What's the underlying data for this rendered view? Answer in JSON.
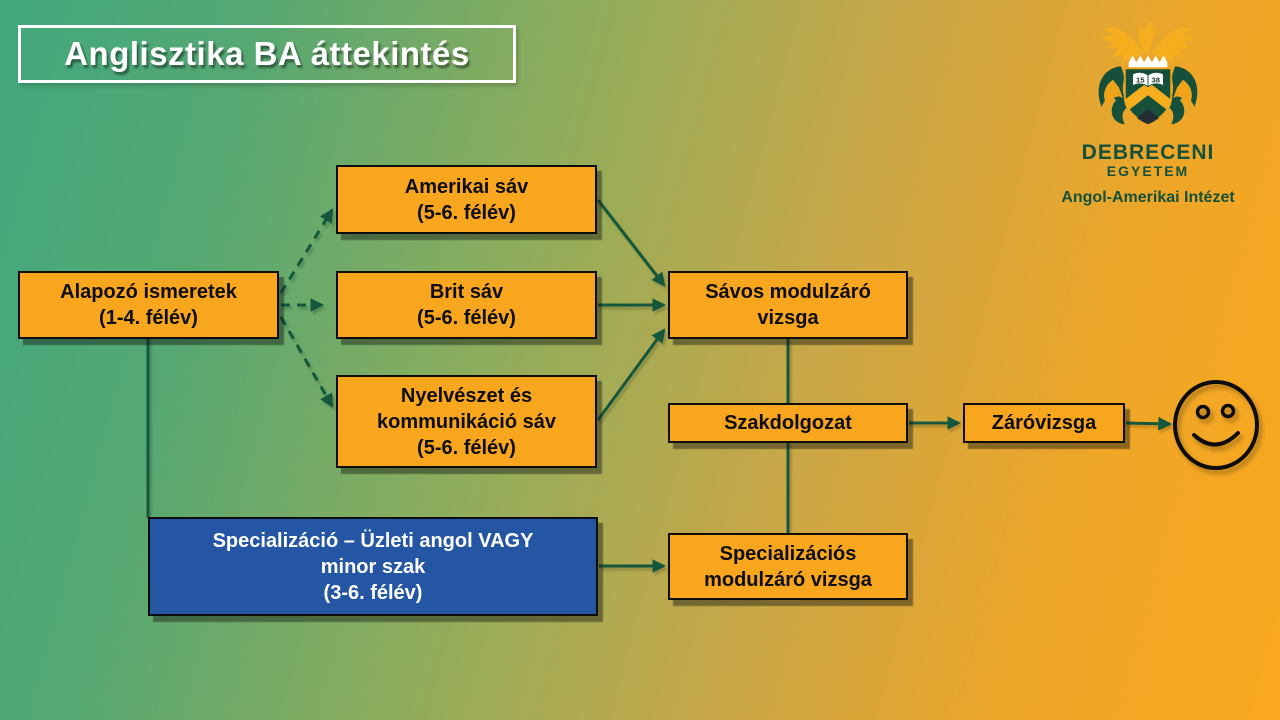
{
  "title": "Anglisztika BA áttekintés",
  "logo": {
    "university_line1": "DEBRECENI",
    "university_line2": "EGYETEM",
    "institute": "Angol-Amerikai Intézet",
    "crest_book_left": "15",
    "crest_book_right": "38"
  },
  "nodes": {
    "alapozo": {
      "lines": [
        "Alapozó ismeretek",
        "(1-4. félév)"
      ]
    },
    "amerikai": {
      "lines": [
        "Amerikai sáv",
        "(5-6. félév)"
      ]
    },
    "brit": {
      "lines": [
        "Brit sáv",
        "(5-6. félév)"
      ]
    },
    "nyelveszet": {
      "lines": [
        "Nyelvészet és",
        "kommunikáció sáv",
        "(5-6. félév)"
      ]
    },
    "savos": {
      "lines": [
        "Sávos modulzáró",
        "vizsga"
      ]
    },
    "szakdolgozat": {
      "lines": [
        "Szakdolgozat"
      ]
    },
    "zarovizsga": {
      "lines": [
        "Záróvizsga"
      ]
    },
    "specializacio": {
      "lines": [
        "Specializáció – Üzleti angol VAGY",
        "minor szak",
        "(3-6. félév)"
      ]
    },
    "spec_modulzaro": {
      "lines": [
        "Specializációs",
        "modulzáró vizsga"
      ]
    }
  },
  "edges": [
    {
      "from": "alapozo",
      "to": "amerikai",
      "style": "dashed-arrow"
    },
    {
      "from": "alapozo",
      "to": "brit",
      "style": "dashed-arrow"
    },
    {
      "from": "alapozo",
      "to": "nyelveszet",
      "style": "dashed-arrow"
    },
    {
      "from": "amerikai",
      "to": "savos",
      "style": "solid-arrow"
    },
    {
      "from": "brit",
      "to": "savos",
      "style": "solid-arrow"
    },
    {
      "from": "nyelveszet",
      "to": "savos",
      "style": "solid-arrow"
    },
    {
      "from": "alapozo",
      "to": "specializacio",
      "style": "solid-line"
    },
    {
      "from": "savos",
      "to": "spec_modulzaro",
      "style": "solid-line-behind-szakdolgozat"
    },
    {
      "from": "specializacio",
      "to": "spec_modulzaro",
      "style": "solid-arrow"
    },
    {
      "from": "szakdolgozat",
      "to": "zarovizsga",
      "style": "solid-arrow"
    },
    {
      "from": "zarovizsga",
      "to": "smiley",
      "style": "solid-arrow"
    }
  ],
  "icons": {
    "crest": "university-crest-icon",
    "smiley": "smiley-face-icon"
  },
  "colors": {
    "background_green": "#41A87D",
    "background_orange": "#FAA81E",
    "node_orange": "#F9A61F",
    "node_blue": "#2456A3",
    "arrow_green": "#14573C",
    "crest_green": "#16503A",
    "crest_gold": "#F5AE1D",
    "title_text": "#FFFFFF"
  }
}
